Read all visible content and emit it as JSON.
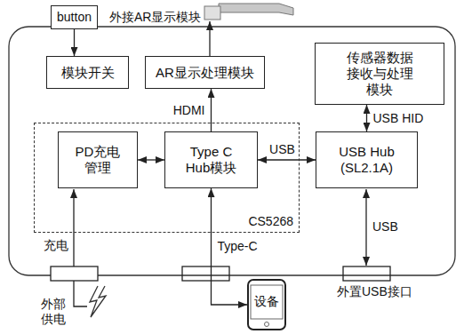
{
  "diagram": {
    "nodes": [
      {
        "text": [
          "button"
        ]
      },
      {
        "text": [
          "模块开关"
        ]
      },
      {
        "text": [
          "AR显示处理模块"
        ]
      },
      {
        "text": [
          "传感器数据 接收与处理 模块"
        ]
      },
      {
        "text": [
          "CS5268"
        ]
      },
      {
        "text": [
          "PD充电 管理"
        ],
        "in": 4
      },
      {
        "text": [
          "Type C Hub模块"
        ],
        "in": 4
      },
      {
        "text": [
          "USB Hub (SL2.1A)"
        ]
      },
      {
        "text": [
          "设备"
        ]
      }
    ],
    "edges": [
      {
        "from": 0,
        "to": 1,
        "arrow": "to"
      },
      {
        "from": 6,
        "to": 2,
        "label": "HDMI",
        "arrow": "to"
      },
      {
        "from": 5,
        "to": 6,
        "arrow": "both"
      },
      {
        "from": 6,
        "to": 7,
        "label": "USB",
        "arrow": "both"
      },
      {
        "from": 7,
        "to": 3,
        "label": "USB HID",
        "arrow": "both"
      },
      {
        "from": 6,
        "to": 8,
        "label": "Type-C",
        "arrow": "both"
      }
    ],
    "labels": [
      "外接AR显示模块",
      "充电",
      "USB",
      "外部 供电",
      "外置USB接口"
    ]
  }
}
